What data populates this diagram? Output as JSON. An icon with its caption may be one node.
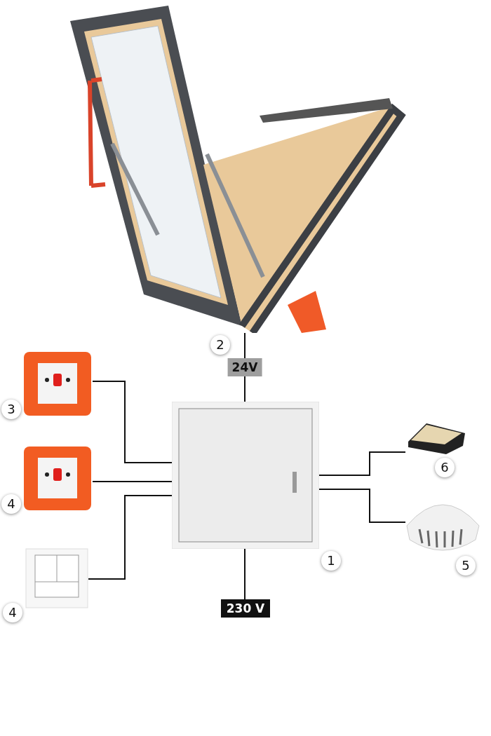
{
  "diagram": {
    "nodes": [
      {
        "text": [],
        "shape": "picture",
        "beside": [
          "2"
        ]
      },
      {
        "text": [],
        "shape": "picture",
        "beside": [
          "3"
        ]
      },
      {
        "text": [],
        "shape": "picture",
        "beside": [
          "1"
        ]
      },
      {
        "text": [],
        "shape": "picture",
        "beside": [
          "6"
        ]
      },
      {
        "text": [],
        "shape": "picture",
        "beside": [
          "4"
        ]
      },
      {
        "text": [],
        "shape": "picture",
        "beside": [
          "5"
        ]
      },
      {
        "text": [],
        "shape": "picture",
        "beside": [
          "4"
        ]
      },
      {
        "text": [
          "230 V"
        ]
      }
    ],
    "edges": [
      {
        "from": 0,
        "to": 2,
        "arrow": "none",
        "label": "24V"
      },
      {
        "from": 1,
        "to": 2,
        "arrow": "none"
      },
      {
        "from": 4,
        "to": 2,
        "arrow": "none"
      },
      {
        "from": 6,
        "to": 2,
        "arrow": "none"
      },
      {
        "from": 2,
        "to": 3,
        "arrow": "none"
      },
      {
        "from": 2,
        "to": 5,
        "arrow": "none"
      },
      {
        "from": 2,
        "to": 7,
        "arrow": "none"
      }
    ]
  }
}
